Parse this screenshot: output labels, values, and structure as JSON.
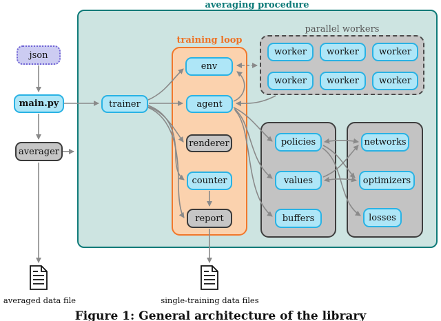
{
  "diagram": {
    "outer_label": "averaging procedure",
    "training_loop_label": "training loop",
    "workers_label": "parallel workers",
    "nodes": {
      "json": "json",
      "main": "main.py",
      "averager": "averager",
      "trainer": "trainer",
      "env": "env",
      "agent": "agent",
      "renderer": "renderer",
      "counter": "counter",
      "report": "report",
      "workers": [
        "worker",
        "worker",
        "worker",
        "worker",
        "worker",
        "worker"
      ],
      "policies": "policies",
      "values": "values",
      "buffers": "buffers",
      "networks": "networks",
      "optimizers": "optimizers",
      "losses": "losses"
    },
    "outputs": {
      "averaged_file_label": "averaged data file",
      "single_file_label": "single-training data files"
    },
    "colors": {
      "teal_border": "#0e7a78",
      "teal_fill": "#cde4e1",
      "orange_border": "#f2772a",
      "orange_fill": "#fbd2ae",
      "blue_border": "#29b2e4",
      "blue_fill": "#aee6f7",
      "purple_border": "#6f62d4",
      "purple_fill": "#ccccf2",
      "gray_fill": "#c6c6c6",
      "gray_border": "#3a3a3a",
      "arrow": "#8a8a8a"
    }
  },
  "caption": "Figure 1: General architecture of the library"
}
